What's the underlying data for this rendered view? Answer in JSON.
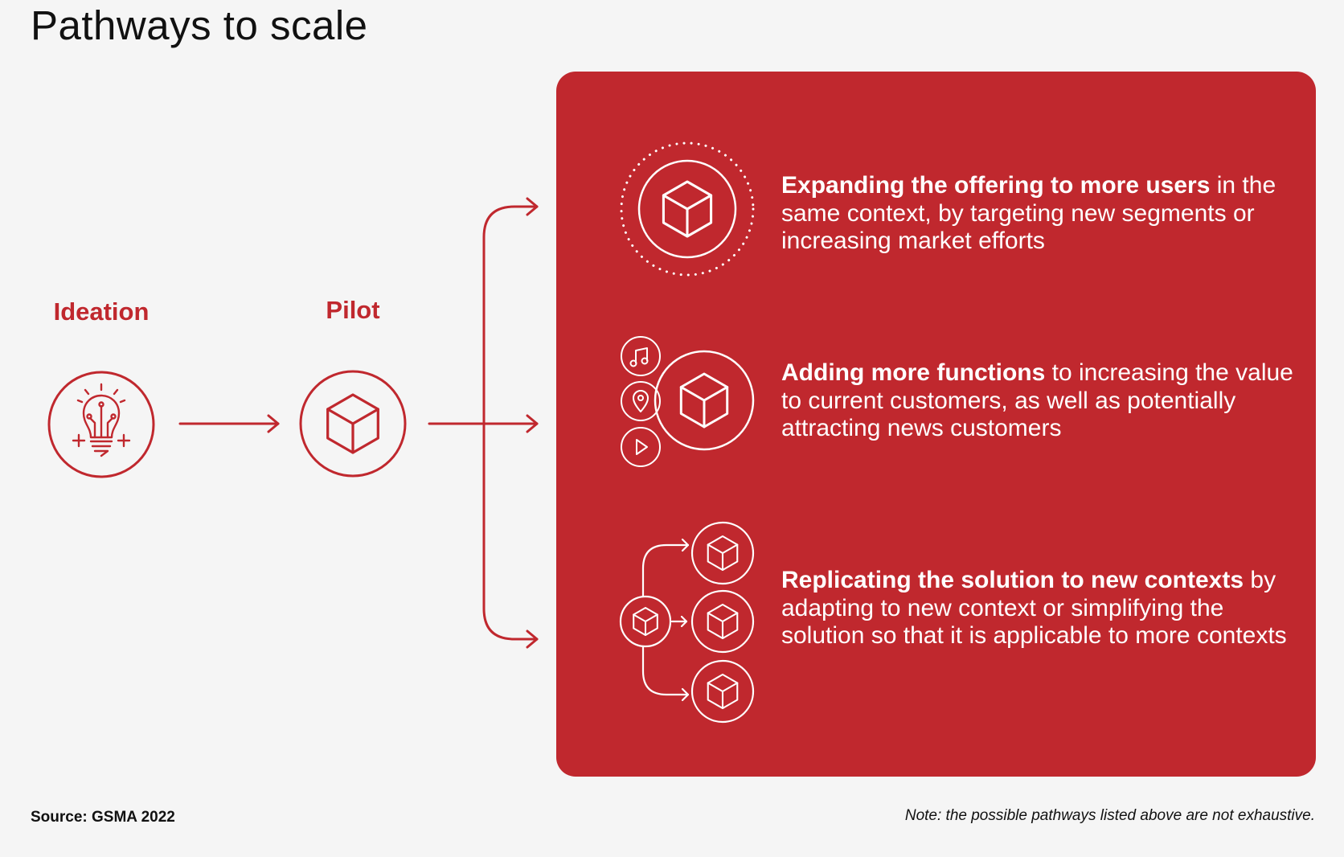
{
  "title": "Pathways to scale",
  "stages": {
    "ideation": "Ideation",
    "pilot": "Pilot"
  },
  "pathways": [
    {
      "bold": "Expanding the offering to more users",
      "text": " in the same context, by targeting new segments or increasing market efforts"
    },
    {
      "bold": "Adding more functions",
      "text": " to increasing the value to current customers, as well as potentially attracting news customers"
    },
    {
      "bold": "Replicating the solution to new contexts",
      "text": " by adapting to new context or simplifying the solution so that it is applicable to more contexts"
    }
  ],
  "footer": {
    "source": "Source: GSMA 2022",
    "note": "Note: the possible pathways listed above are not exhaustive."
  },
  "colors": {
    "accent": "#c0282e",
    "background": "#f5f5f5",
    "panel_text": "#ffffff"
  },
  "icons": [
    "lightbulb-icon",
    "cube-icon",
    "music-note-icon",
    "location-pin-icon",
    "play-icon"
  ]
}
